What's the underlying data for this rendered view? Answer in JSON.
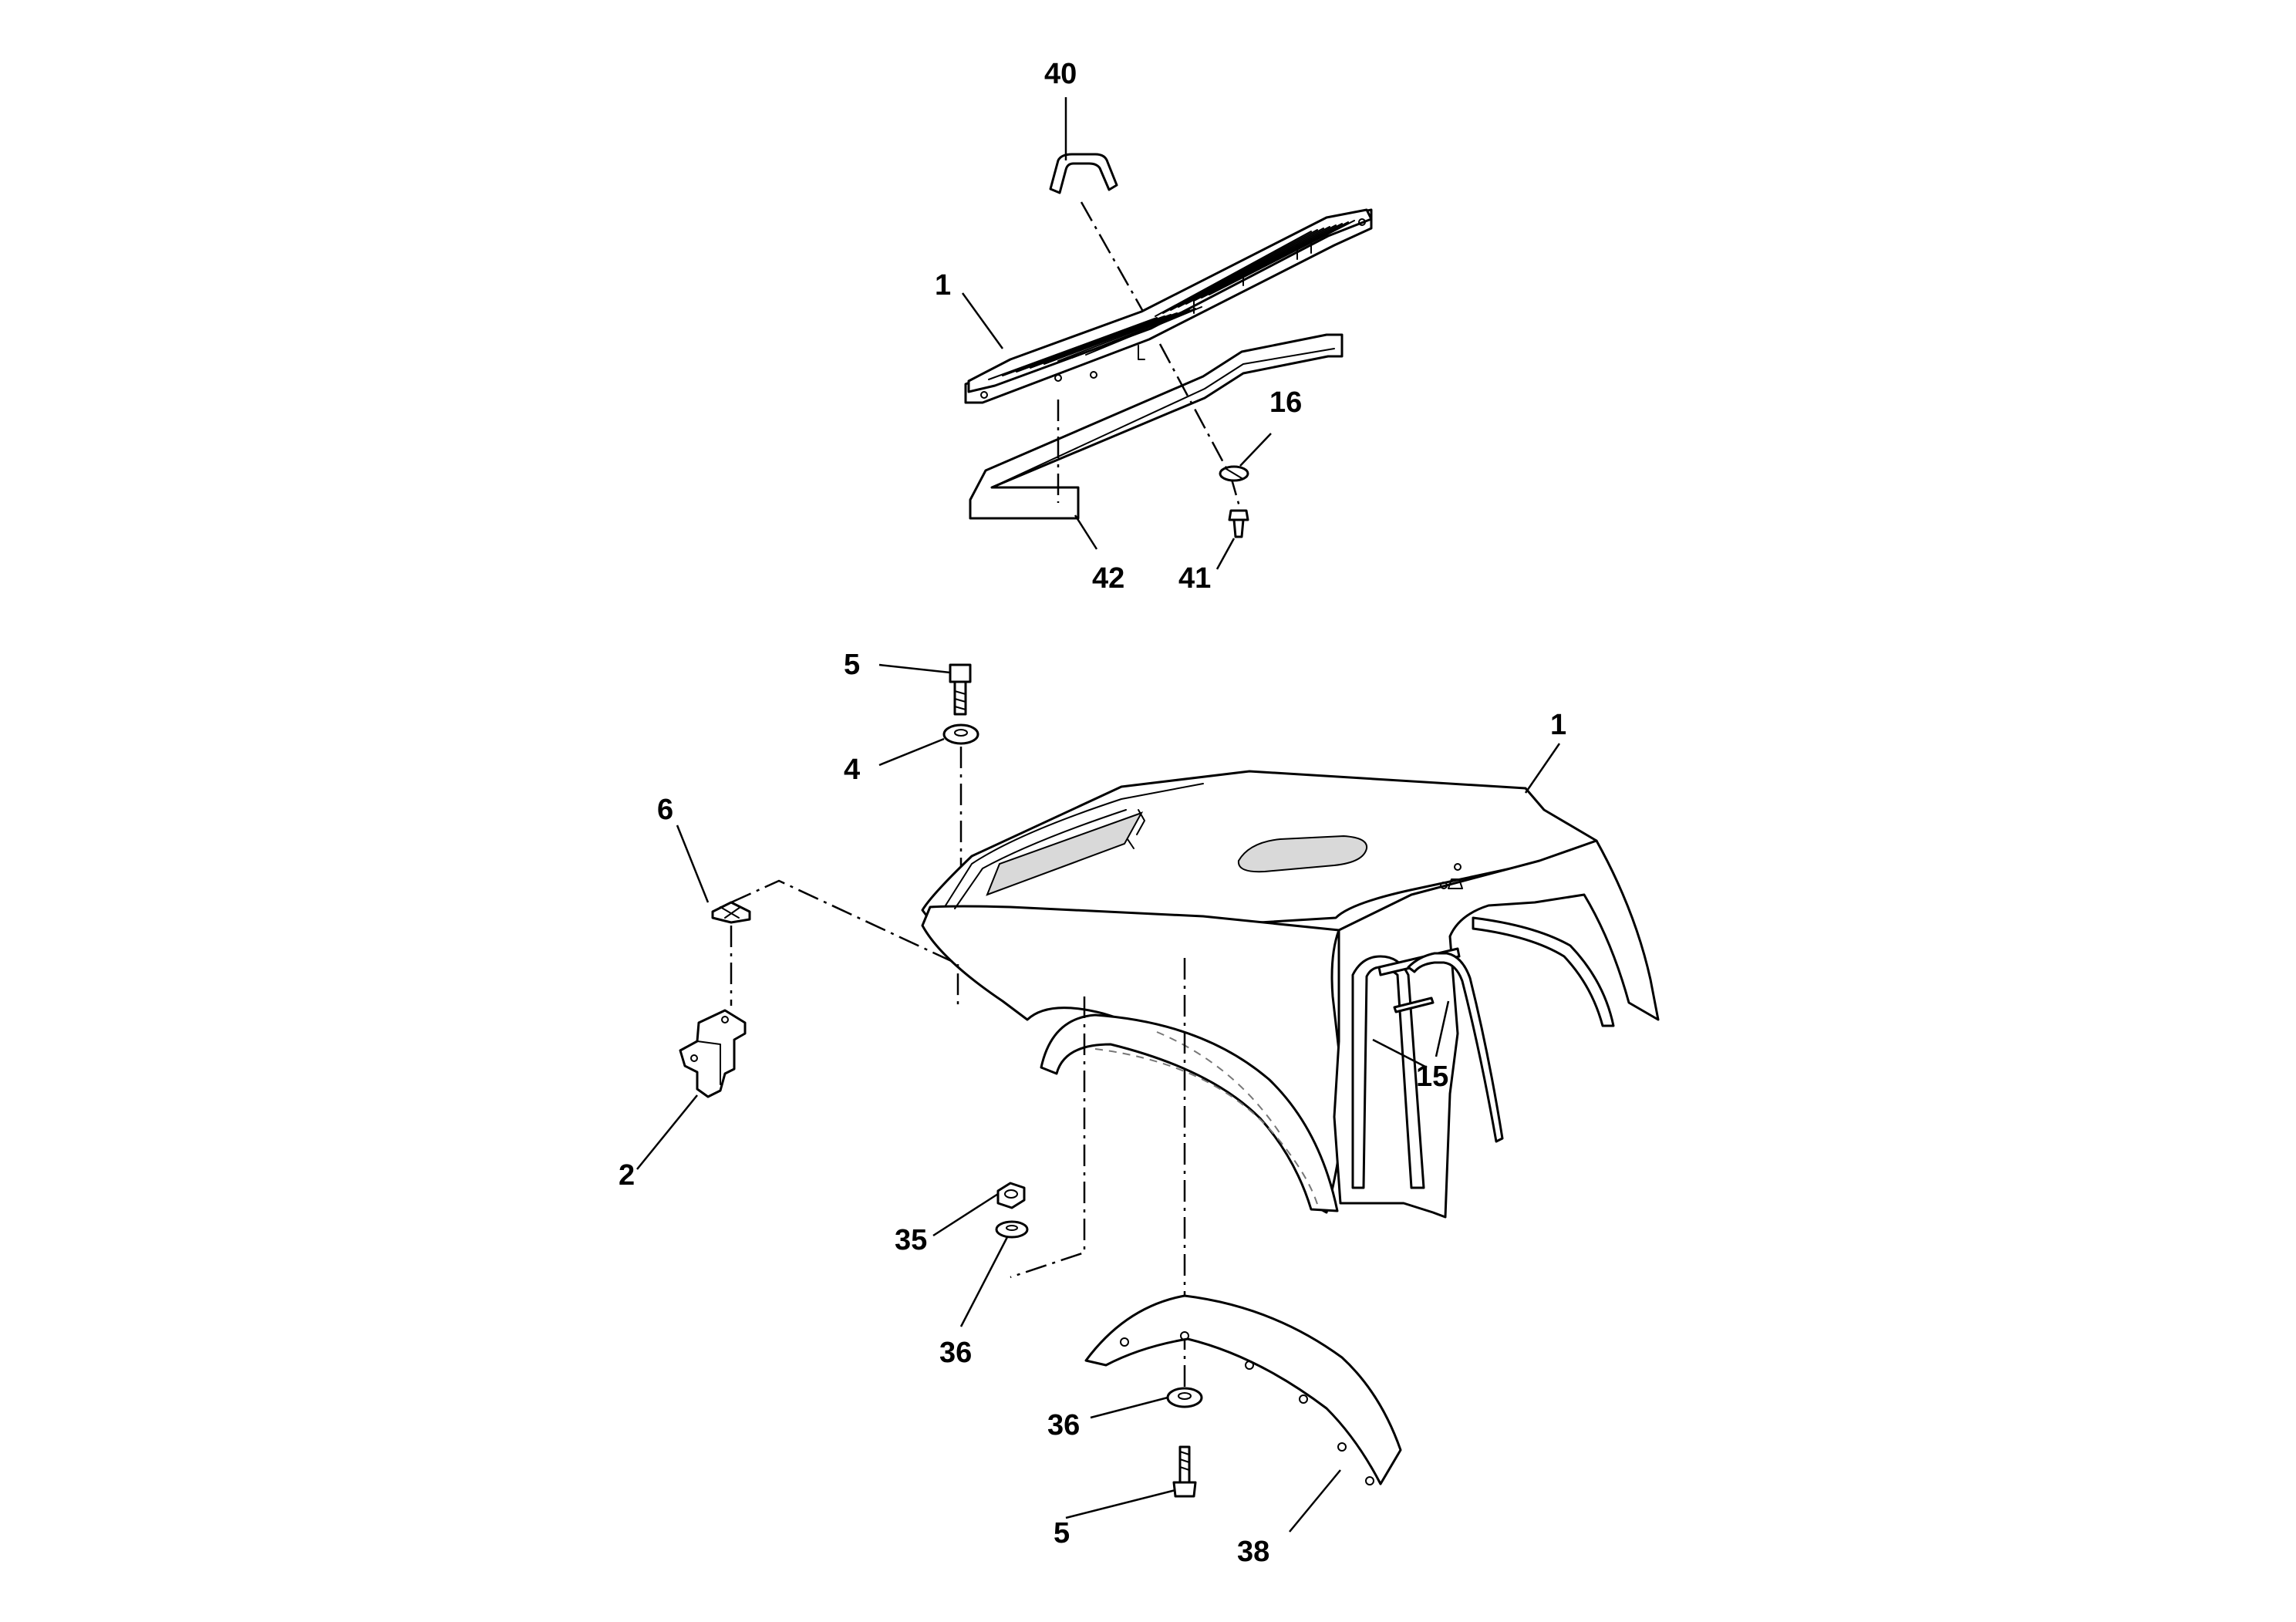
{
  "colors": {
    "ink": "#000000",
    "paper": "#ffffff",
    "shading": "#d9d9d9"
  },
  "callouts": {
    "c40": "40",
    "c1_top": "1",
    "c16": "16",
    "c42": "42",
    "c41": "41",
    "c5_top": "5",
    "c4": "4",
    "c1_main": "1",
    "c6": "6",
    "c2": "2",
    "c15": "15",
    "c35": "35",
    "c36_left": "36",
    "c36_bottom": "36",
    "c5_bottom": "5",
    "c38": "38"
  }
}
